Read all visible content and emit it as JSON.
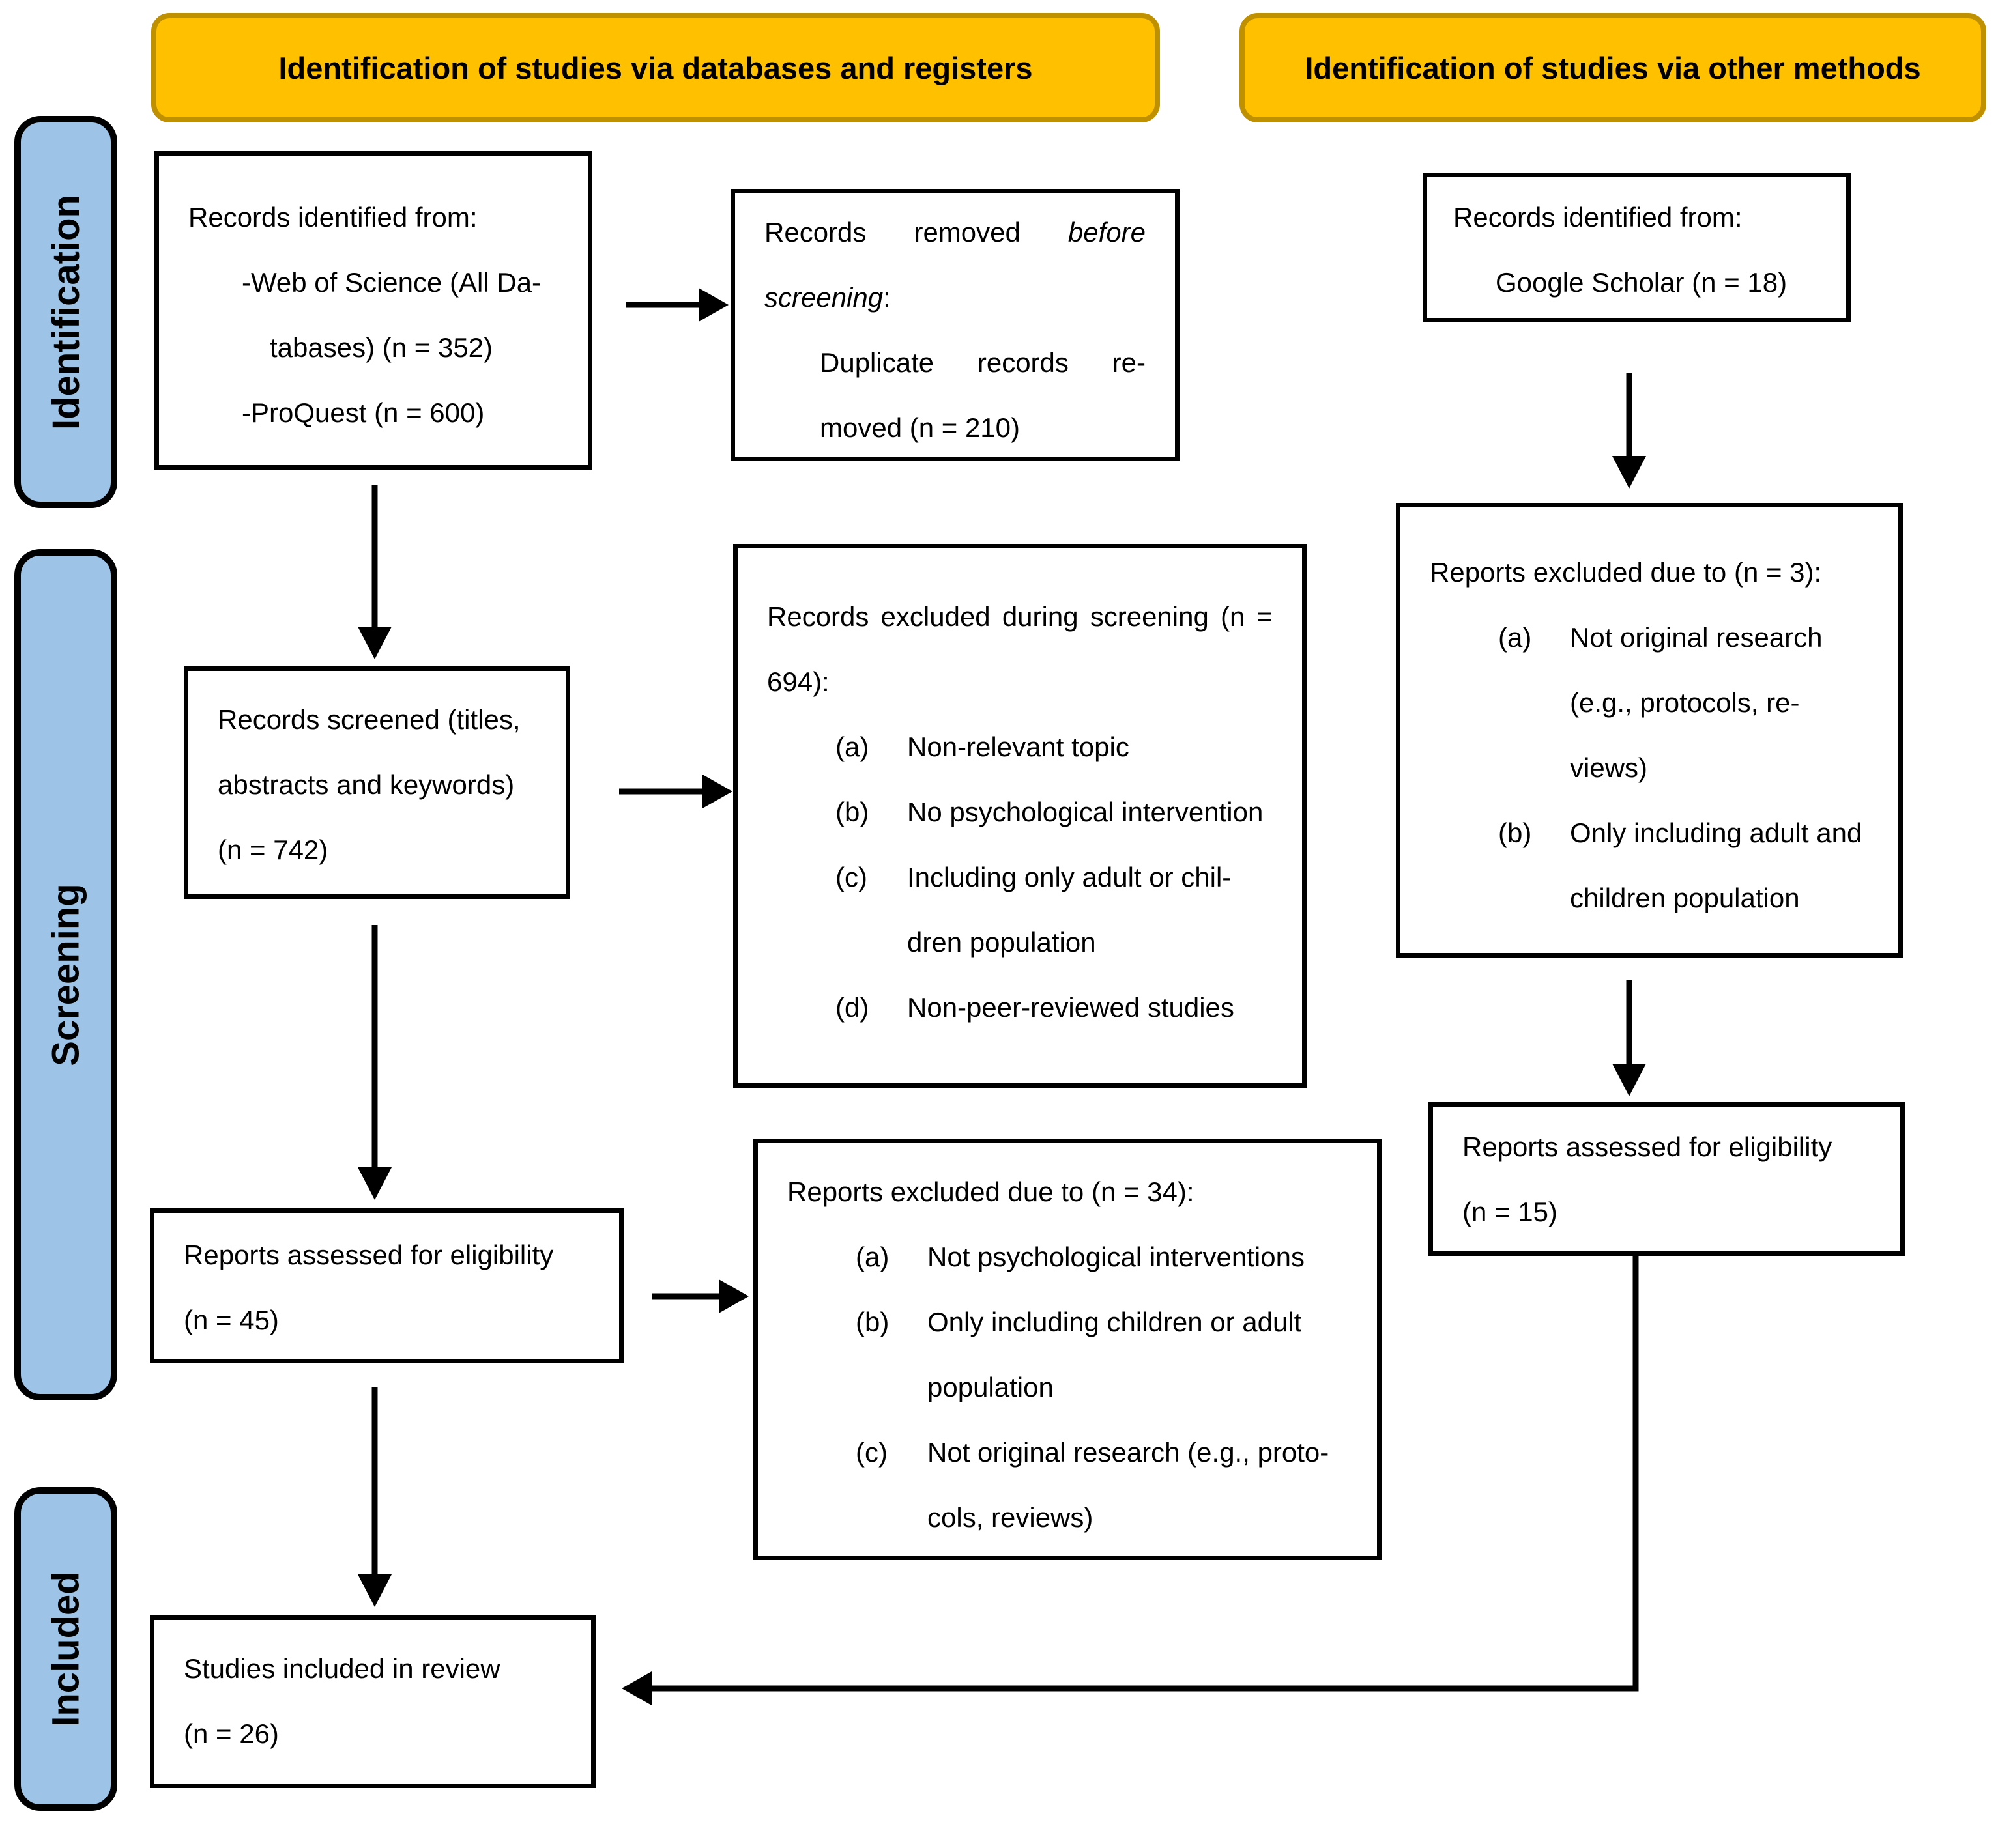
{
  "diagram_type": "PRISMA flow diagram",
  "colors": {
    "header_fill": "#FFC000",
    "header_border": "#BF9000",
    "stage_fill": "#9DC3E6",
    "box_border": "#000000",
    "arrow": "#000000"
  },
  "headers": {
    "databases": "Identification of studies via databases and registers",
    "other": "Identification of studies via other methods"
  },
  "stages": {
    "identification": "Identification",
    "screening": "Screening",
    "included": "Included"
  },
  "markers": {
    "a": "(a)",
    "b": "(b)",
    "c": "(c)",
    "d": "(d)"
  },
  "nodes": {
    "records_identified": {
      "title": "Records identified from:",
      "lines": [
        "-Web of Science (All Da-",
        "tabases) (n = 352)",
        "-ProQuest (n = 600)"
      ]
    },
    "records_removed": {
      "jwords": [
        "Records",
        "removed",
        "before"
      ],
      "line2_italic": "screening",
      "line2_rest": ":",
      "item_jwords": [
        "Duplicate",
        "records",
        "re-"
      ],
      "item_line2": "moved (n = 210)"
    },
    "other_identified": {
      "title": "Records identified from:",
      "item": "Google Scholar (n = 18)"
    },
    "records_screened": {
      "lines": [
        "Records screened (titles,",
        "abstracts and keywords)",
        "(n = 742)"
      ]
    },
    "records_excluded_screening": {
      "title_jwords": [
        "Records",
        "excluded",
        "during",
        "screening",
        "(n",
        "="
      ],
      "title_line2": "694):",
      "items": [
        {
          "lines": [
            "Non-relevant topic"
          ]
        },
        {
          "lines": [
            "No psychological intervention"
          ]
        },
        {
          "lines": [
            "Including only adult or chil-",
            "dren population"
          ]
        },
        {
          "lines": [
            "Non-peer-reviewed studies"
          ]
        }
      ]
    },
    "reports_excluded_other": {
      "title": "Reports excluded due to (n = 3):",
      "items": [
        {
          "lines": [
            "Not original research",
            "(e.g., protocols, re-",
            "views)"
          ]
        },
        {
          "lines": [
            "Only including adult and",
            "children population"
          ]
        }
      ]
    },
    "reports_assessed_db": {
      "lines": [
        "Reports assessed for eligibility",
        "(n = 45)"
      ]
    },
    "reports_excluded_db": {
      "title": "Reports excluded due to (n = 34):",
      "items": [
        {
          "lines": [
            "Not psychological interventions"
          ]
        },
        {
          "lines": [
            "Only including children or adult",
            "population"
          ]
        },
        {
          "lines": [
            "Not original research (e.g., proto-",
            "cols, reviews)"
          ]
        }
      ]
    },
    "reports_assessed_other": {
      "lines": [
        "Reports assessed for eligibility",
        "(n = 15)"
      ]
    },
    "studies_included": {
      "lines": [
        "Studies included in review",
        "(n = 26)"
      ]
    }
  },
  "connectors": [
    {
      "from": "records-identified-databases",
      "to": "records-removed-before-screening",
      "direction": "right"
    },
    {
      "from": "records-identified-databases",
      "to": "records-screened",
      "direction": "down"
    },
    {
      "from": "records-screened",
      "to": "records-excluded-during-screening",
      "direction": "right"
    },
    {
      "from": "records-screened",
      "to": "reports-assessed-databases",
      "direction": "down"
    },
    {
      "from": "reports-assessed-databases",
      "to": "reports-excluded-databases",
      "direction": "right"
    },
    {
      "from": "reports-assessed-databases",
      "to": "studies-included",
      "direction": "down"
    },
    {
      "from": "records-identified-other",
      "to": "reports-excluded-other",
      "direction": "down"
    },
    {
      "from": "reports-excluded-other",
      "to": "reports-assessed-other",
      "direction": "down"
    },
    {
      "from": "reports-assessed-other",
      "to": "studies-included",
      "direction": "down-left"
    }
  ]
}
